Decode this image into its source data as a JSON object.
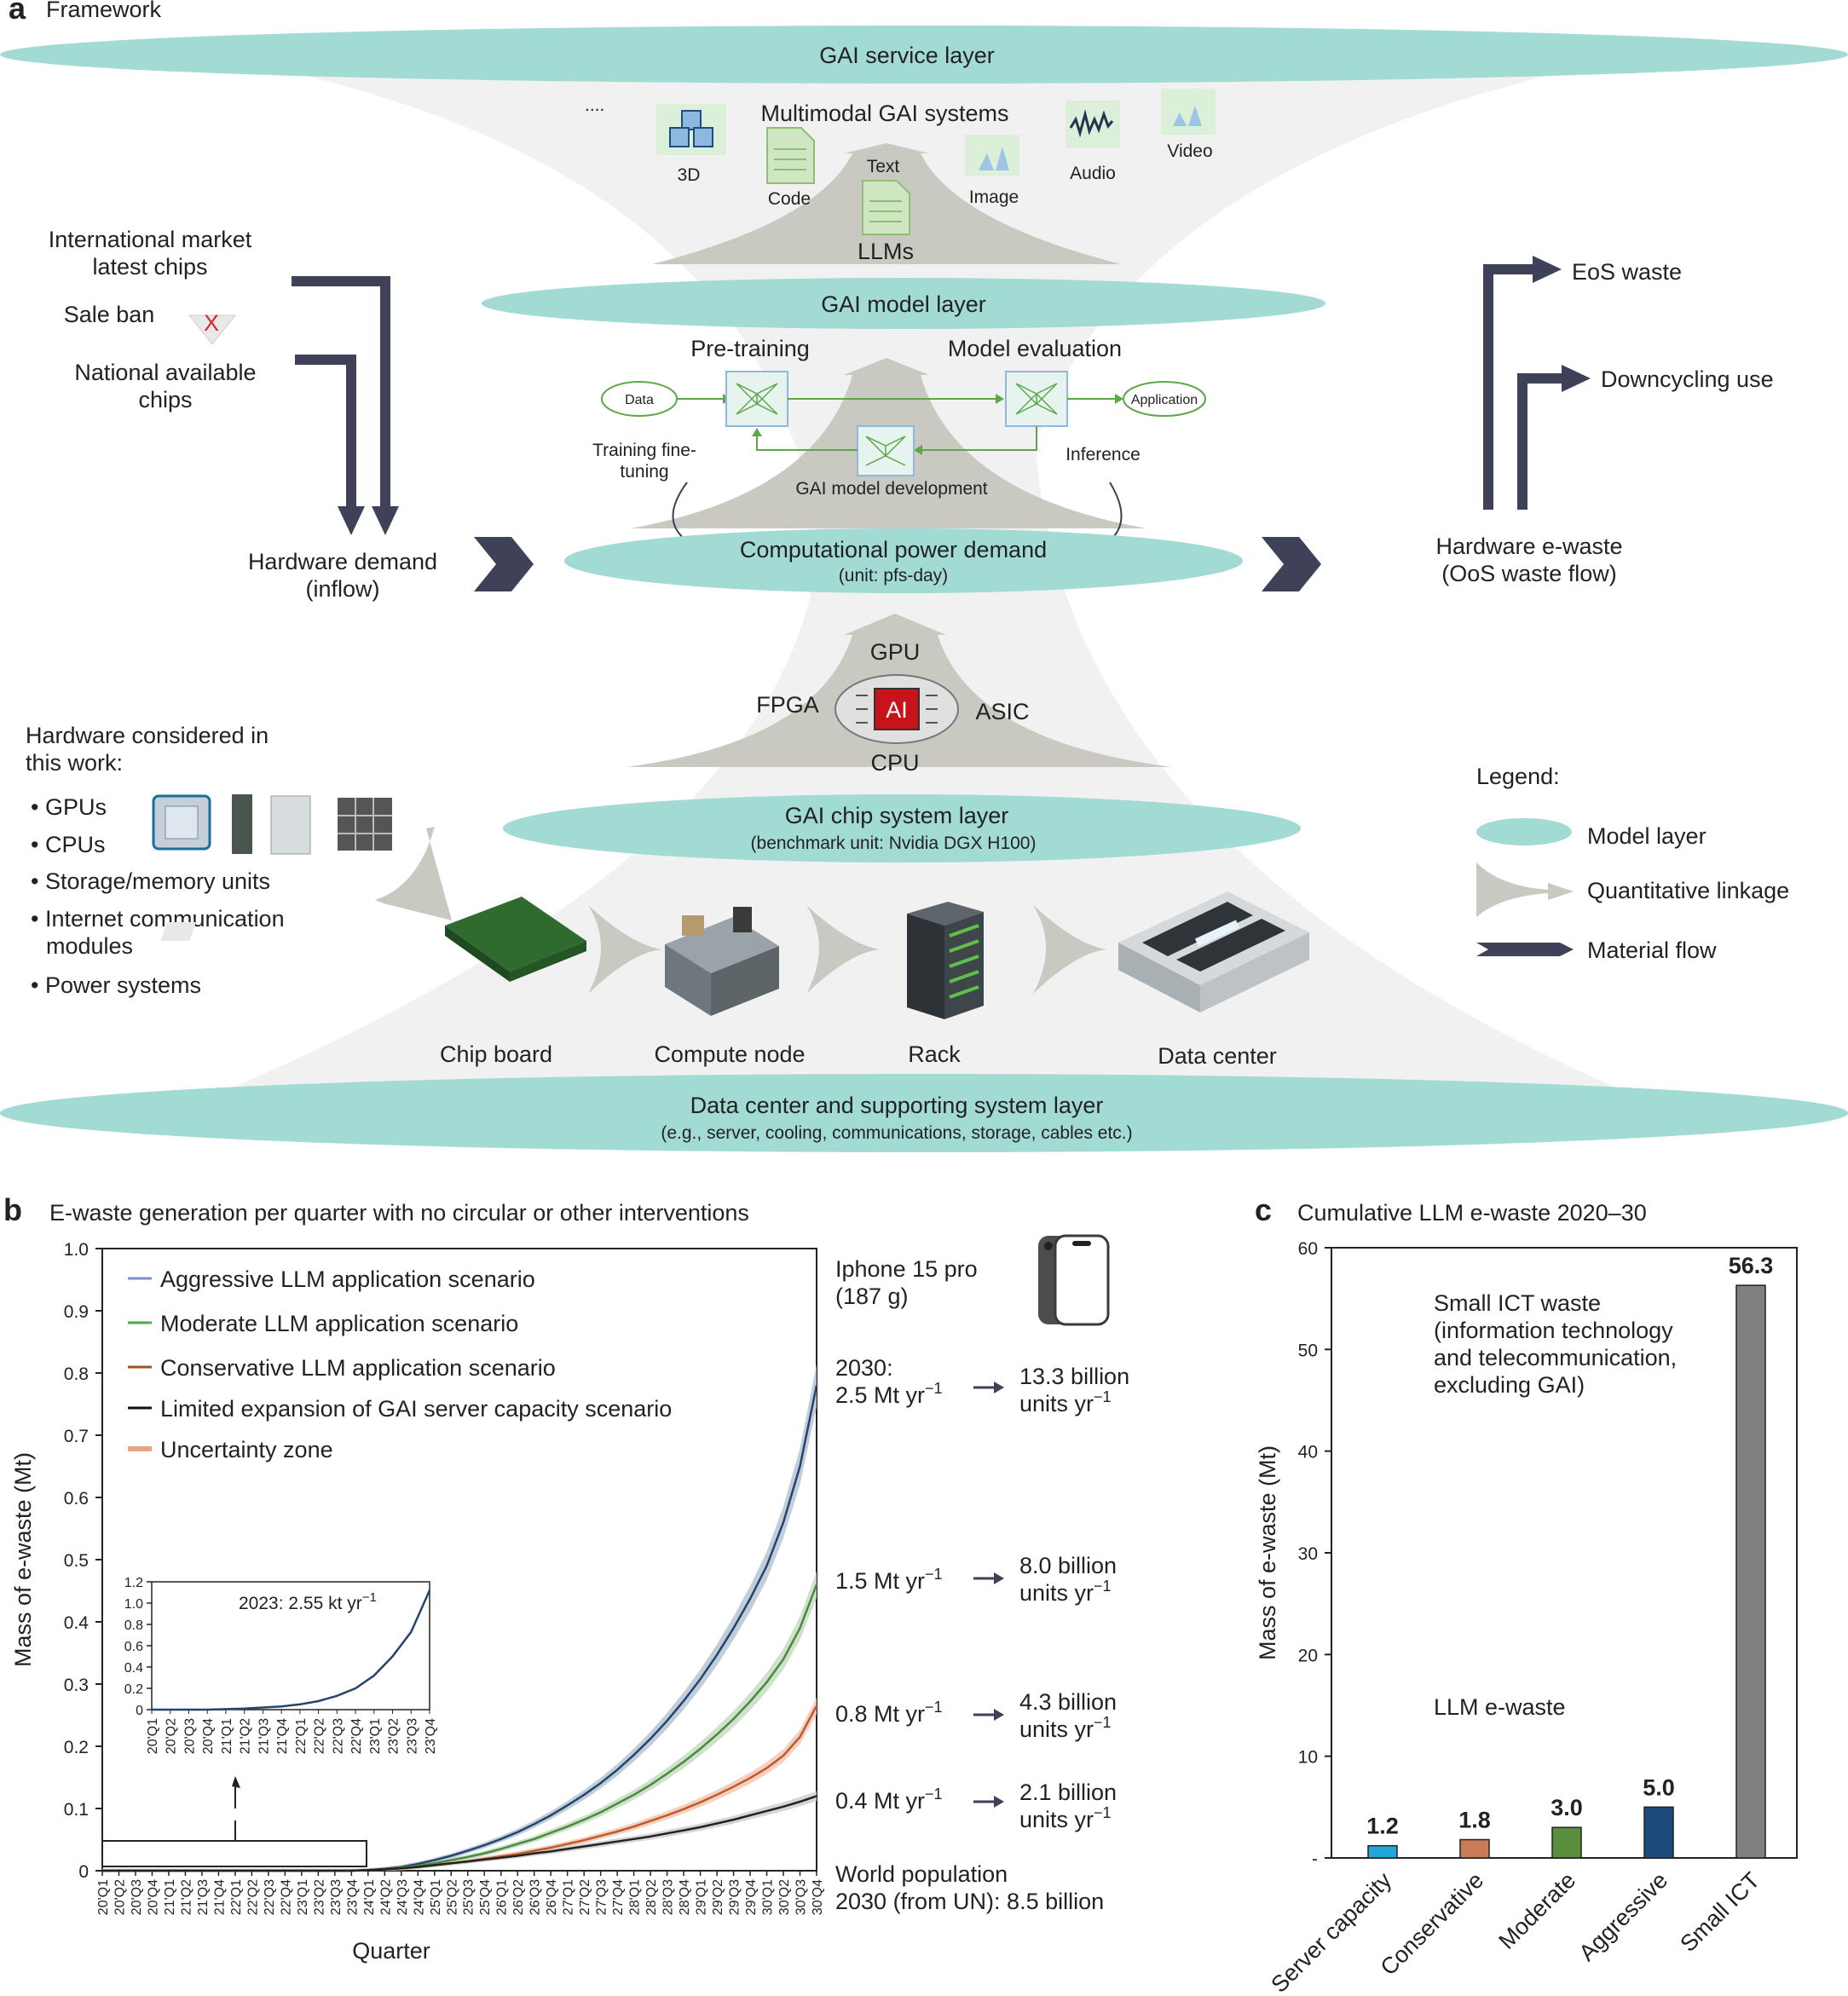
{
  "panel_a": {
    "letter": "a",
    "title": "Framework",
    "service_layer": "GAI service layer",
    "ellipsis": "....",
    "multimodal": "Multimodal GAI systems",
    "modalities": {
      "m3d": "3D",
      "text": "Text",
      "code": "Code",
      "image": "Image",
      "audio": "Audio",
      "video": "Video",
      "llms": "LLMs"
    },
    "model_layer": "GAI model layer",
    "pretraining": "Pre-training",
    "model_evaluation": "Model evaluation",
    "data": "Data",
    "application": "Application",
    "training_line1": "Training fine-",
    "training_line2": "tuning",
    "inference": "Inference",
    "development": "GAI model development",
    "compute_title": "Computational power demand",
    "compute_unit": "(unit: pfs-day)",
    "gpu": "GPU",
    "fpga": "FPGA",
    "asic": "ASIC",
    "cpu": "CPU",
    "ai": "AI",
    "chip_layer": "GAI chip system layer",
    "chip_unit": "(benchmark unit: Nvidia DGX H100)",
    "market_line1": "International market",
    "market_line2": "latest chips",
    "sale_ban": "Sale ban",
    "ban_mark": "X",
    "national_line1": "National available",
    "national_line2": "chips",
    "hw_demand_line1": "Hardware demand",
    "hw_demand_line2": "(inflow)",
    "eos": "EoS waste",
    "downcycling": "Downcycling use",
    "ewaste_line1": "Hardware e-waste",
    "ewaste_line2": "(OoS waste flow)",
    "hw_title_line1": "Hardware considered in",
    "hw_title_line2": "this work:",
    "hw_items": [
      "• GPUs",
      "• CPUs",
      "• Storage/memory units",
      "• Internet communication",
      "modules",
      "• Power systems"
    ],
    "legend_title": "Legend:",
    "legend_items": [
      "Model layer",
      "Quantitative linkage",
      "Material flow"
    ],
    "stages": [
      "Chip board",
      "Compute node",
      "Rack",
      "Data center"
    ],
    "dc_layer": "Data center and supporting system layer",
    "dc_layer_sub": "(e.g., server, cooling, communications, storage, cables etc.)",
    "colors": {
      "layer": "#a2dad4",
      "funnel": "#f1f1f1",
      "arrow": "#c9c9c1",
      "flow": "#3e4157",
      "green": "#5ea64a"
    }
  },
  "panel_b": {
    "letter": "b",
    "title": "E-waste generation per quarter with no circular or other interventions",
    "legend": [
      {
        "name": "Aggressive LLM application scenario",
        "color": "#7d8fc7"
      },
      {
        "name": "Moderate LLM application scenario",
        "color": "#4caa4c"
      },
      {
        "name": "Conservative LLM application scenario",
        "color": "#a0541f"
      },
      {
        "name": "Limited expansion of GAI server capacity scenario",
        "color": "#111111"
      },
      {
        "name": "Uncertainty zone",
        "color": "#e3a882"
      }
    ],
    "phone_label_line1": "Iphone 15 pro",
    "phone_label_line2": "(187 g)",
    "annotations": [
      {
        "mass_line1": "2030:",
        "mass_line2": "2.5 Mt yr",
        "units_line1": "13.3 billion",
        "units_line2": "units yr"
      },
      {
        "mass_line1": "",
        "mass_line2": "1.5 Mt yr",
        "units_line1": "8.0 billion",
        "units_line2": "units yr"
      },
      {
        "mass_line1": "",
        "mass_line2": "0.8 Mt yr",
        "units_line1": "4.3 billion",
        "units_line2": "units yr"
      },
      {
        "mass_line1": "",
        "mass_line2": "0.4 Mt yr",
        "units_line1": "2.1 billion",
        "units_line2": "units yr"
      }
    ],
    "exponent": "−1",
    "world_line1": "World population",
    "world_line2": "2030 (from UN): 8.5 billion",
    "inset_label": "2023: 2.55 kt  yr"
  },
  "panel_c": {
    "letter": "c",
    "title": "Cumulative LLM e-waste 2020–30",
    "small_ict_lines": [
      "Small ICT waste",
      "(information technology",
      "and telecommunication,",
      "excluding GAI)"
    ],
    "llm_label": "LLM e-waste"
  },
  "chart_data": [
    {
      "type": "line",
      "title": "E-waste generation per quarter with no circular or other interventions",
      "xlabel": "Quarter",
      "ylabel": "Mass of e-waste (Mt)",
      "ylim": [
        0,
        1.0
      ],
      "yticks": [
        0,
        0.1,
        0.2,
        0.3,
        0.4,
        0.5,
        0.6,
        0.7,
        0.8,
        0.9,
        1.0
      ],
      "ytick_labels": [
        "0",
        "0.1",
        "0.2",
        "0.3",
        "0.4",
        "0.5",
        "0.6",
        "0.7",
        "0.8",
        "0.9",
        "1.0"
      ],
      "x": [
        "20'Q1",
        "20'Q2",
        "20'Q3",
        "20'Q4",
        "21'Q1",
        "21'Q2",
        "21'Q3",
        "21'Q4",
        "22'Q1",
        "22'Q2",
        "22'Q3",
        "22'Q4",
        "23'Q1",
        "23'Q2",
        "23'Q3",
        "23'Q4",
        "24'Q1",
        "24'Q2",
        "24'Q3",
        "24'Q4",
        "25'Q1",
        "25'Q2",
        "25'Q3",
        "25'Q4",
        "26'Q1",
        "26'Q2",
        "26'Q3",
        "26'Q4",
        "27'Q1",
        "27'Q2",
        "27'Q3",
        "27'Q4",
        "28'Q1",
        "28'Q2",
        "28'Q3",
        "28'Q4",
        "29'Q1",
        "29'Q2",
        "29'Q3",
        "29'Q4",
        "30'Q1",
        "30'Q2",
        "30'Q3",
        "30'Q4"
      ],
      "series": [
        {
          "name": "Aggressive LLM application scenario",
          "color": "#24456d",
          "band": "#b7c4d4",
          "values": [
            0,
            0,
            0,
            0,
            0,
            0,
            0,
            0,
            0,
            0,
            0,
            0,
            0,
            0,
            0,
            0,
            0.001,
            0.003,
            0.006,
            0.011,
            0.017,
            0.024,
            0.032,
            0.041,
            0.051,
            0.062,
            0.075,
            0.089,
            0.105,
            0.122,
            0.141,
            0.162,
            0.186,
            0.212,
            0.241,
            0.273,
            0.308,
            0.347,
            0.39,
            0.437,
            0.49,
            0.56,
            0.65,
            0.78
          ]
        },
        {
          "name": "Moderate LLM application scenario",
          "color": "#4a8a3d",
          "band": "#c6dcc2",
          "values": [
            0,
            0,
            0,
            0,
            0,
            0,
            0,
            0,
            0,
            0,
            0,
            0,
            0,
            0,
            0,
            0,
            0.001,
            0.002,
            0.005,
            0.008,
            0.012,
            0.017,
            0.022,
            0.028,
            0.035,
            0.043,
            0.051,
            0.061,
            0.071,
            0.082,
            0.094,
            0.108,
            0.122,
            0.138,
            0.156,
            0.175,
            0.196,
            0.219,
            0.244,
            0.272,
            0.303,
            0.34,
            0.39,
            0.46
          ]
        },
        {
          "name": "Conservative LLM application scenario",
          "color": "#c15a2a",
          "band": "#f1c8b4",
          "values": [
            0,
            0,
            0,
            0,
            0,
            0,
            0,
            0,
            0,
            0,
            0,
            0,
            0,
            0,
            0,
            0,
            0.001,
            0.002,
            0.004,
            0.006,
            0.009,
            0.012,
            0.015,
            0.019,
            0.023,
            0.027,
            0.032,
            0.037,
            0.043,
            0.049,
            0.056,
            0.063,
            0.071,
            0.08,
            0.089,
            0.099,
            0.11,
            0.122,
            0.135,
            0.149,
            0.165,
            0.185,
            0.215,
            0.265
          ]
        },
        {
          "name": "Limited expansion of GAI server capacity scenario",
          "color": "#222222",
          "band": "#cfcfcf",
          "values": [
            0,
            0,
            0,
            0,
            0,
            0,
            0,
            0,
            0,
            0,
            0,
            0,
            0,
            0,
            0,
            0,
            0.001,
            0.002,
            0.004,
            0.006,
            0.009,
            0.012,
            0.015,
            0.018,
            0.021,
            0.024,
            0.028,
            0.031,
            0.035,
            0.039,
            0.043,
            0.047,
            0.051,
            0.055,
            0.06,
            0.065,
            0.07,
            0.076,
            0.082,
            0.089,
            0.096,
            0.103,
            0.111,
            0.12
          ]
        }
      ]
    },
    {
      "type": "line",
      "title": "2023: 2.55 kt  yr",
      "ylim": [
        0,
        1.2
      ],
      "yticks": [
        0,
        0.2,
        0.4,
        0.6,
        0.8,
        1.0,
        1.2
      ],
      "ytick_labels": [
        "0",
        "0.2",
        "0.4",
        "0.6",
        "0.8",
        "1.0",
        "1.2"
      ],
      "x": [
        "20'Q1",
        "20'Q2",
        "20'Q3",
        "20'Q4",
        "21'Q1",
        "21'Q2",
        "21'Q3",
        "21'Q4",
        "22'Q1",
        "22'Q2",
        "22'Q3",
        "22'Q4",
        "23'Q1",
        "23'Q2",
        "23'Q3",
        "23'Q4"
      ],
      "series": [
        {
          "values": [
            0,
            0,
            0,
            0,
            0.005,
            0.01,
            0.02,
            0.03,
            0.05,
            0.08,
            0.13,
            0.2,
            0.32,
            0.5,
            0.73,
            1.12
          ],
          "color": "#24456d"
        }
      ]
    },
    {
      "type": "bar",
      "title": "Cumulative LLM e-waste 2020–30",
      "ylabel": "Mass of e-waste (Mt)",
      "ylim": [
        0,
        60
      ],
      "yticks": [
        0,
        10,
        20,
        30,
        40,
        50,
        60
      ],
      "ytick_labels": [
        "-",
        "10",
        "20",
        "30",
        "40",
        "50",
        "60"
      ],
      "categories": [
        "Server capacity",
        "Conservative",
        "Moderate",
        "Aggressive",
        "Small ICT"
      ],
      "values": [
        1.2,
        1.8,
        3.0,
        5.0,
        56.3
      ],
      "value_labels": [
        "1.2",
        "1.8",
        "3.0",
        "5.0",
        "56.3"
      ],
      "colors": [
        "#22a6dc",
        "#c97a56",
        "#5a8e3c",
        "#1d4a78",
        "#7f7f7f"
      ]
    }
  ]
}
